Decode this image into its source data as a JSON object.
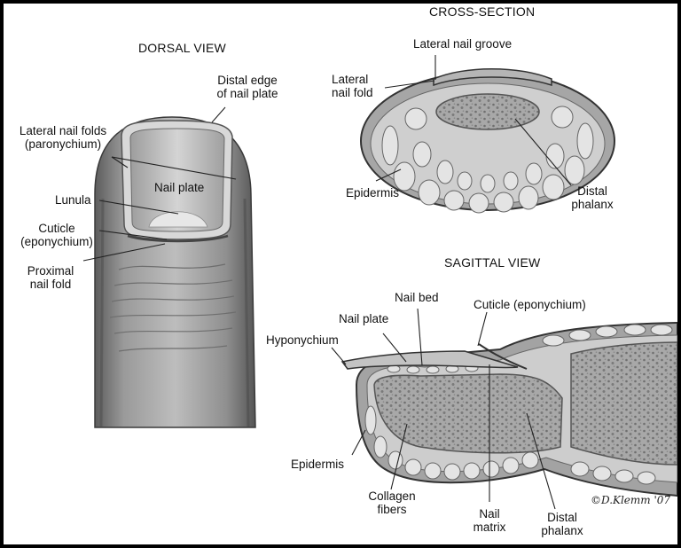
{
  "headings": {
    "dorsal": "DORSAL VIEW",
    "cross": "CROSS-SECTION",
    "sagittal": "SAGITTAL VIEW"
  },
  "dorsal_labels": {
    "distal_edge_1": "Distal edge",
    "distal_edge_2": "of nail plate",
    "lateral_folds_1": "Lateral nail folds",
    "lateral_folds_2": "(paronychium)",
    "nail_plate": "Nail plate",
    "lunula": "Lunula",
    "cuticle_1": "Cuticle",
    "cuticle_2": "(eponychium)",
    "proximal_1": "Proximal",
    "proximal_2": "nail fold"
  },
  "cross_labels": {
    "lateral_groove": "Lateral nail groove",
    "lateral_fold_1": "Lateral",
    "lateral_fold_2": "nail fold",
    "epidermis": "Epidermis",
    "distal_phalanx_1": "Distal",
    "distal_phalanx_2": "phalanx"
  },
  "sagittal_labels": {
    "nail_bed": "Nail bed",
    "cuticle": "Cuticle (eponychium)",
    "nail_plate": "Nail plate",
    "hyponychium": "Hyponychium",
    "epidermis": "Epidermis",
    "collagen_1": "Collagen",
    "collagen_2": "fibers",
    "matrix_1": "Nail",
    "matrix_2": "matrix",
    "distal_phalanx_1": "Distal",
    "distal_phalanx_2": "phalanx"
  },
  "signature": "©D.Klemm '07"
}
